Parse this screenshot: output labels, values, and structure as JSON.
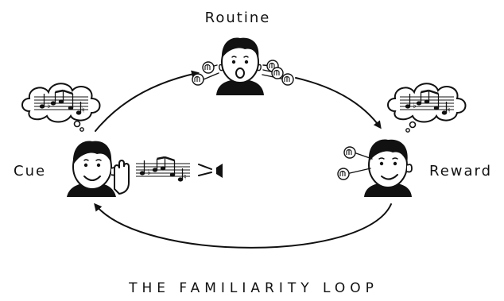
{
  "diagram": {
    "title": "THE FAMILIARITY LOOP",
    "nodes": {
      "cue": "Cue",
      "routine": "Routine",
      "reward": "Reward"
    },
    "edges": [
      {
        "from": "cue",
        "to": "routine"
      },
      {
        "from": "routine",
        "to": "reward"
      },
      {
        "from": "reward",
        "to": "cue"
      }
    ],
    "icons": {
      "cue": [
        "music-thought-bubble-icon",
        "person-listening-icon",
        "music-staff-icon",
        "speaker-icon"
      ],
      "routine": [
        "person-singing-icon",
        "note-bubble-icon"
      ],
      "reward": [
        "music-thought-bubble-icon",
        "person-smiling-icon",
        "note-bubble-icon"
      ]
    }
  }
}
